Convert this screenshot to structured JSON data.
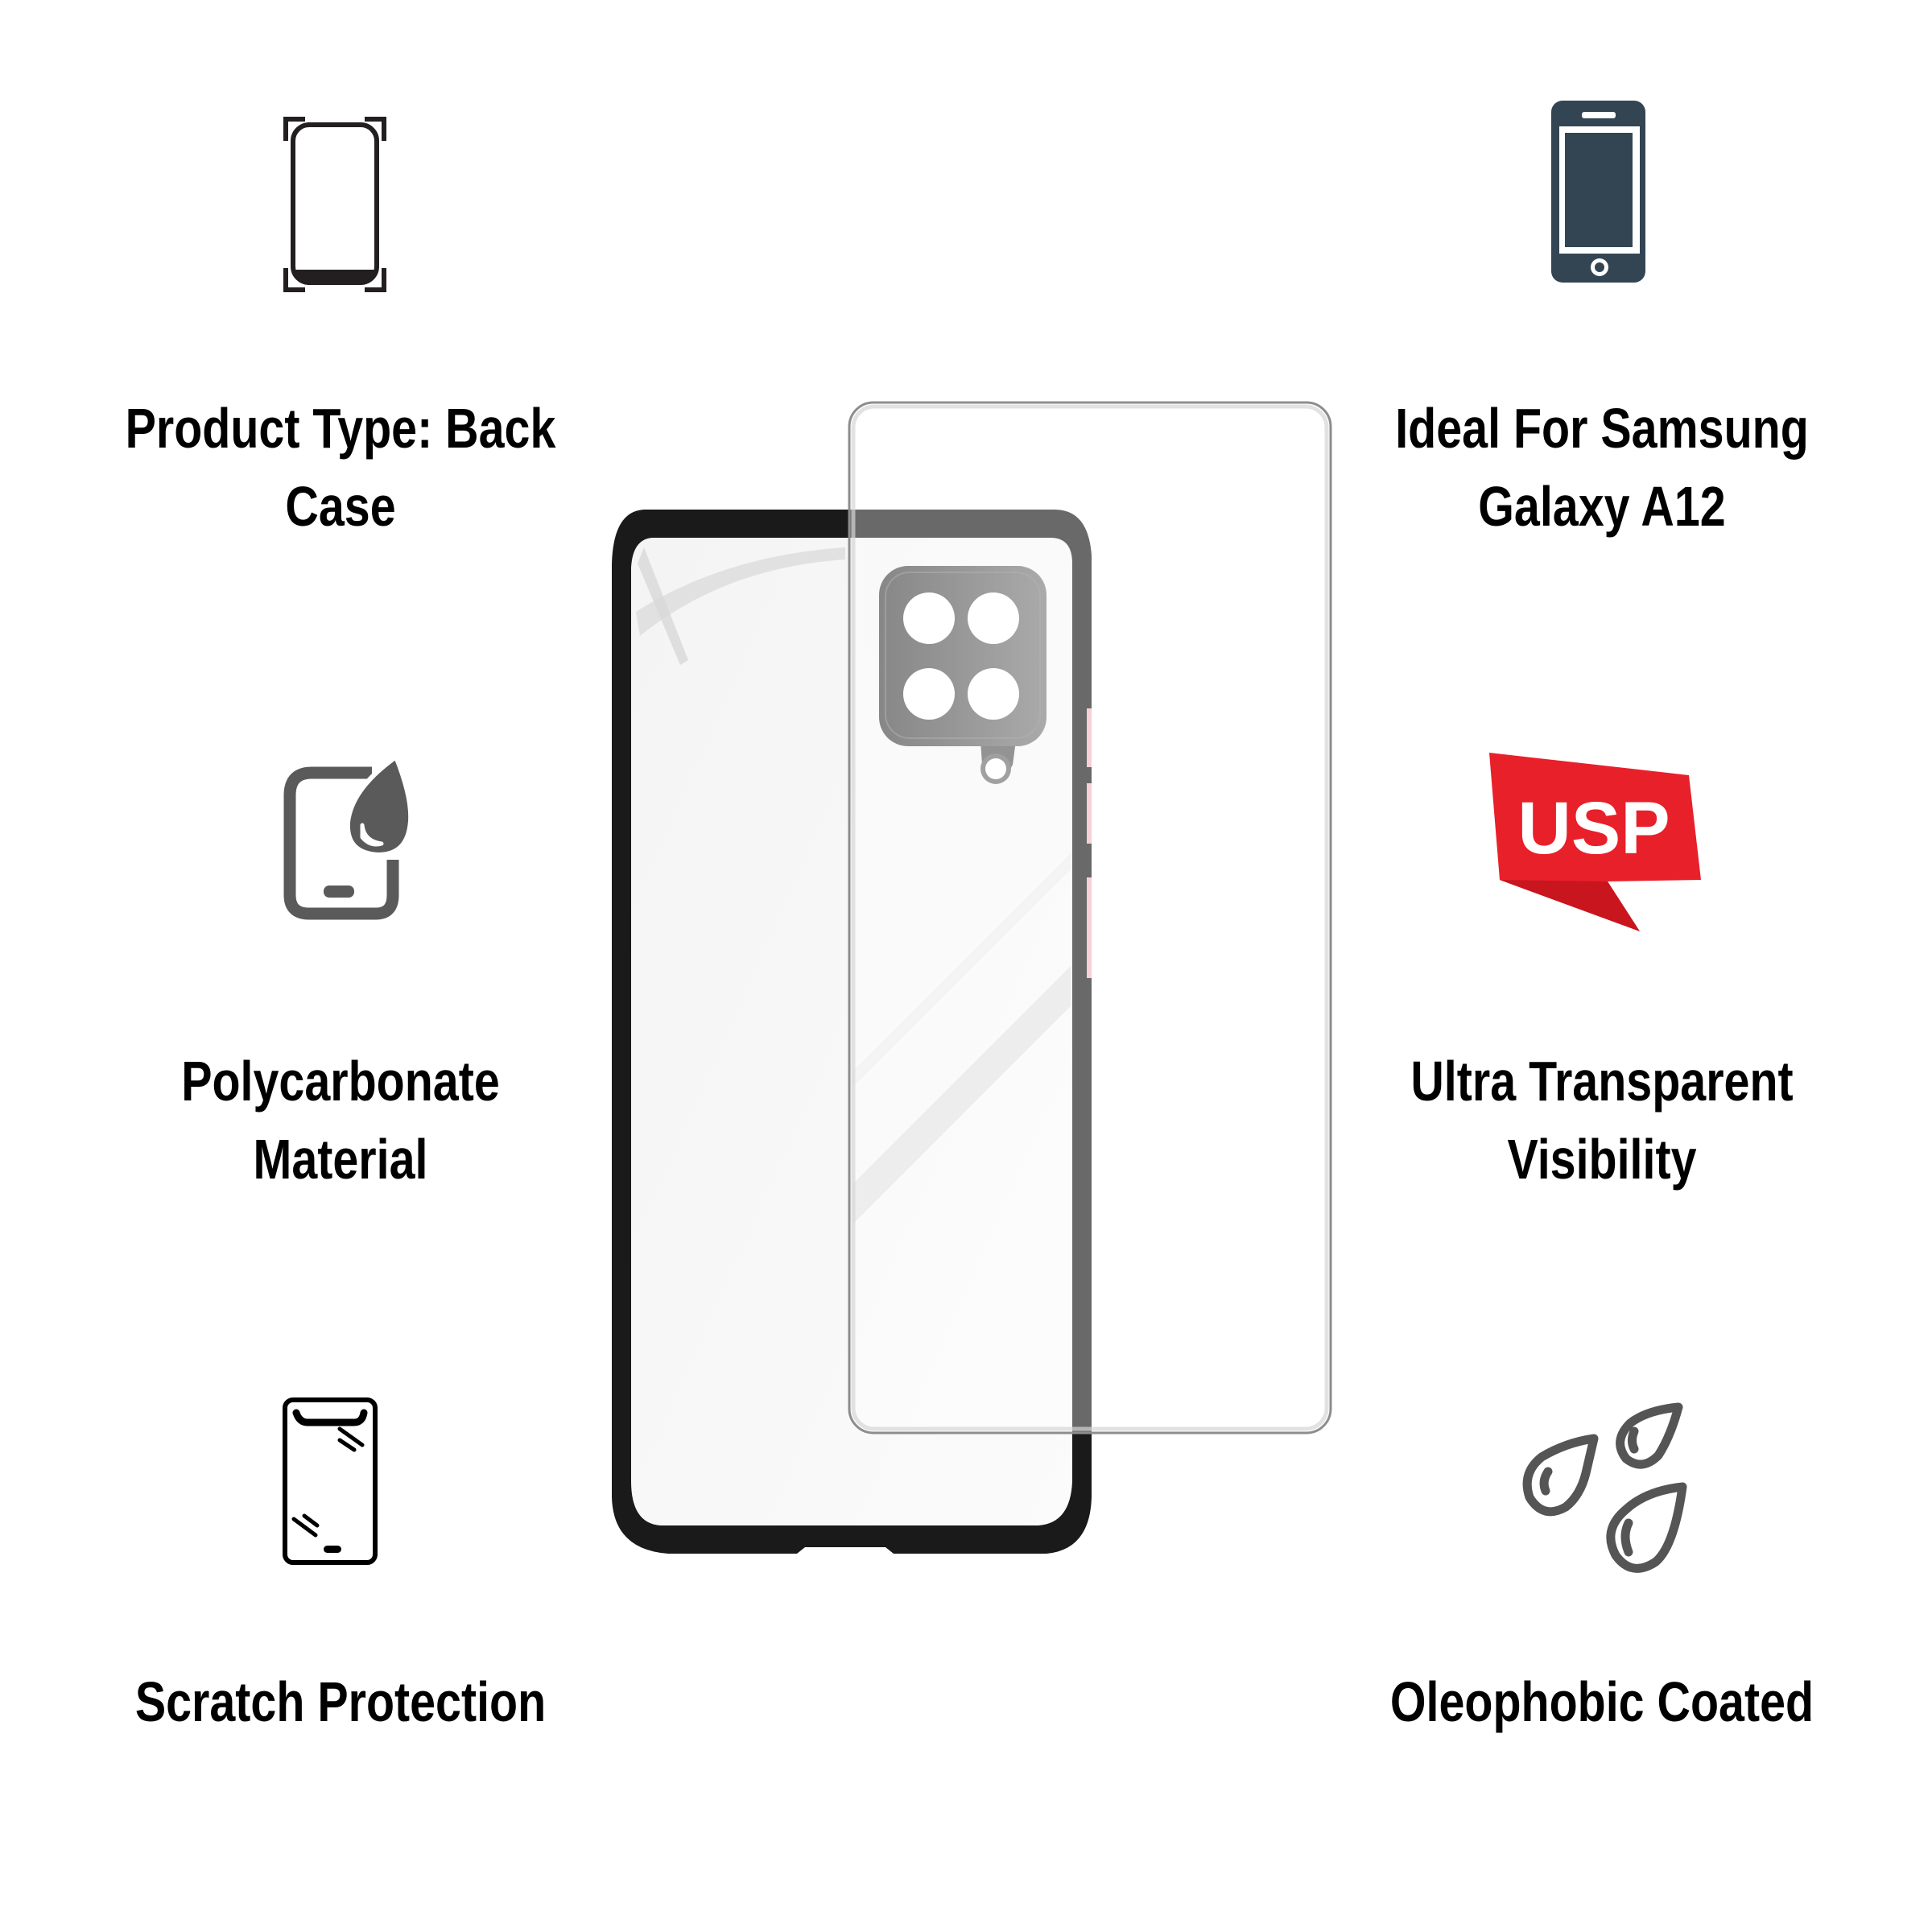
{
  "features": {
    "product_type": {
      "lines": [
        "Product Type: Back",
        "Case"
      ],
      "icon": "phone-case-bracket-icon"
    },
    "compatibility": {
      "lines": [
        "Ideal For Samsung",
        "Galaxy A12"
      ],
      "icon": "smartphone-icon"
    },
    "material": {
      "lines": [
        "Polycarbonate",
        "Material"
      ],
      "icon": "phone-water-drop-icon"
    },
    "usp": {
      "lines": [
        "Ultra Transparent",
        "Visibility"
      ],
      "icon": "usp-badge-icon",
      "badge_text": "USP"
    },
    "scratch": {
      "lines": [
        "Scratch Protection"
      ],
      "icon": "scratch-resistant-phone-icon"
    },
    "coating": {
      "lines": [
        "Oleophobic Coated"
      ],
      "icon": "oil-drops-icon"
    }
  },
  "colors": {
    "text": "#000000",
    "icon_dark": "#231f20",
    "icon_gray": "#5a5a5a",
    "phone_icon": "#334553",
    "usp_red": "#e8202a",
    "case_black": "#1a1a1a",
    "button_pink": "#f2b8bf"
  }
}
